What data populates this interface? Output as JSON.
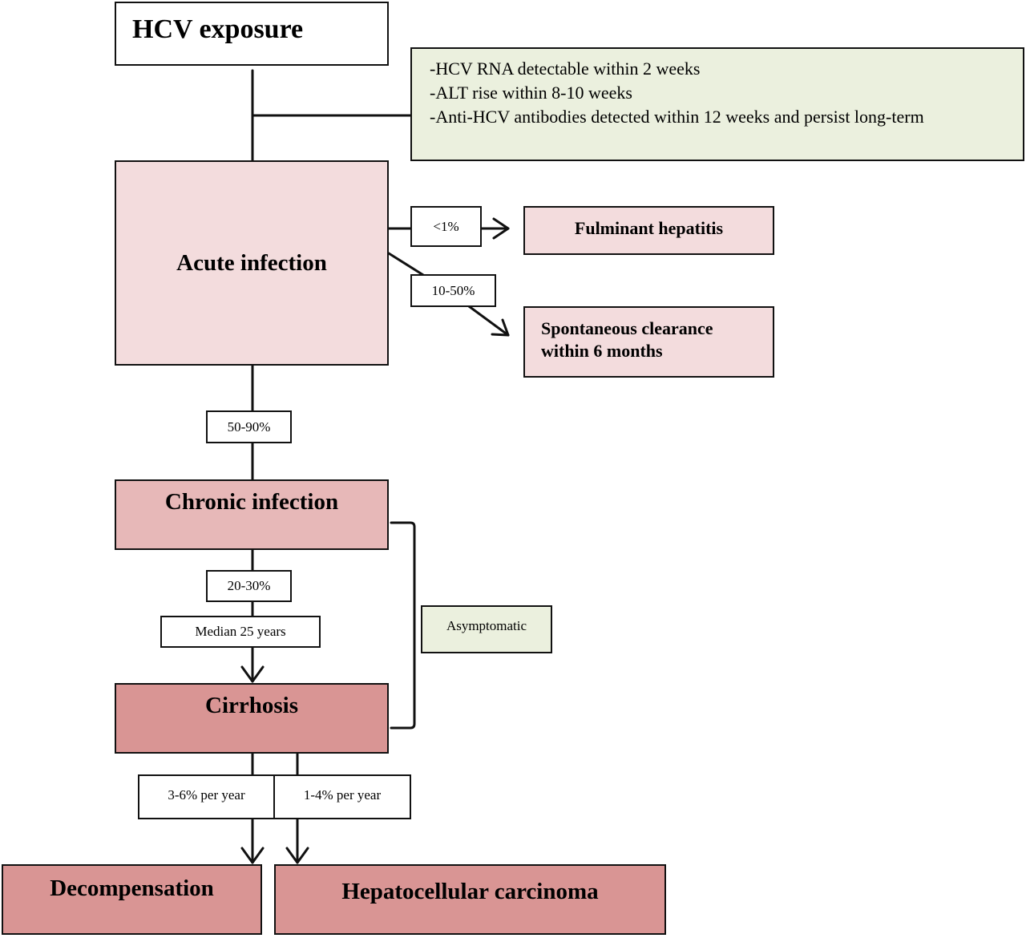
{
  "nodes": {
    "exposure": "HCV exposure",
    "acute": "Acute infection",
    "fulminant": "Fulminant hepatitis",
    "clearance_line1": "Spontaneous clearance",
    "clearance_line2": "within 6 months",
    "chronic": "Chronic infection",
    "cirrhosis": "Cirrhosis",
    "decompensation": "Decompensation",
    "hcc": "Hepatocellular carcinoma"
  },
  "info": [
    "-HCV RNA detectable within 2 weeks",
    "-ALT rise within 8-10 weeks",
    "-Anti-HCV antibodies detected within 12 weeks and persist long-term"
  ],
  "labels": {
    "fulminant_rate": "<1%",
    "clearance_rate": "10-50%",
    "chronic_rate": "50-90%",
    "cirrhosis_rate": "20-30%",
    "cirrhosis_time": "Median 25 years",
    "decomp_rate": "3-6% per year",
    "hcc_rate": "1-4% per year",
    "asymptomatic": "Asymptomatic"
  },
  "colors": {
    "pale_pink": "#f3dcdd",
    "medium_pink": "#e7b8b8",
    "deep_pink": "#d99594",
    "pale_green": "#ebf0de"
  }
}
